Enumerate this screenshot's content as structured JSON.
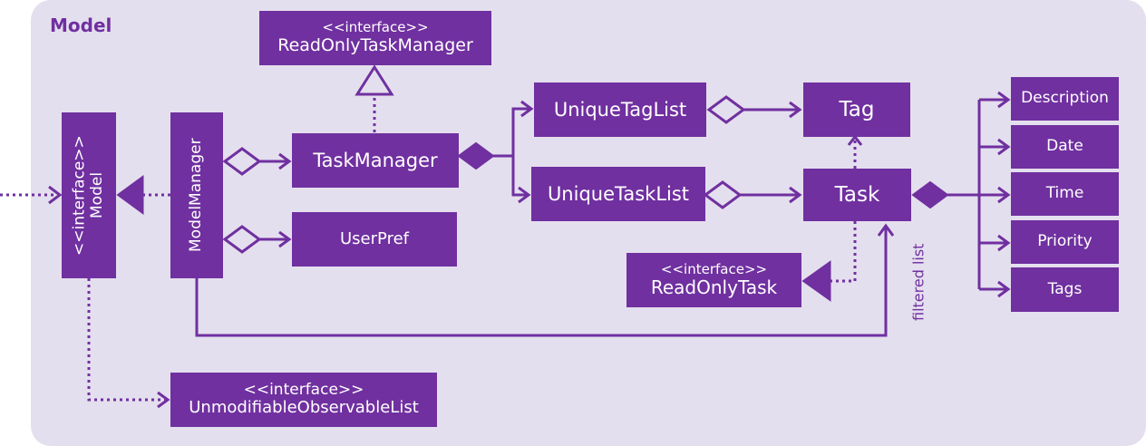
{
  "package": {
    "title": "Model"
  },
  "nodes": {
    "read_only_task_manager": {
      "stereotype": "<<interface>>",
      "name": "ReadOnlyTaskManager"
    },
    "model": {
      "stereotype": "<<interface>>",
      "name": "Model"
    },
    "model_manager": {
      "name": "ModelManager"
    },
    "task_manager": {
      "name": "TaskManager"
    },
    "user_pref": {
      "name": "UserPref"
    },
    "unique_tag_list": {
      "name": "UniqueTagList"
    },
    "unique_task_list": {
      "name": "UniqueTaskList"
    },
    "tag": {
      "name": "Tag"
    },
    "task": {
      "name": "Task"
    },
    "read_only_task": {
      "stereotype": "<<interface>>",
      "name": "ReadOnlyTask"
    },
    "unmodifiable_observable_list": {
      "stereotype": "<<interface>>",
      "name": "UnmodifiableObservableList"
    },
    "description": {
      "name": "Description"
    },
    "date": {
      "name": "Date"
    },
    "time": {
      "name": "Time"
    },
    "priority": {
      "name": "Priority"
    },
    "tags": {
      "name": "Tags"
    }
  },
  "edge_labels": {
    "filtered_list": "filtered list"
  },
  "colors": {
    "primary": "#7030a0",
    "background": "#e4dfee",
    "node_text": "#ffffff",
    "triangle_fill": "#e4dfee"
  }
}
